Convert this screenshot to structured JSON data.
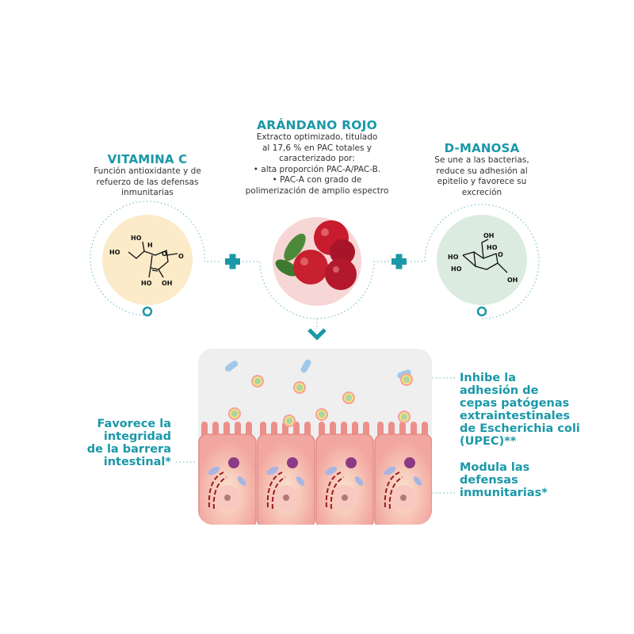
{
  "ingredients": [
    {
      "title": "VITAMINA C",
      "description": [
        "Función antioxidante y de",
        "refuerzo de las defensas",
        "inmunitarias"
      ],
      "molecule_labels": [
        "HO",
        "HO",
        "H",
        "O",
        "O",
        "HO",
        "OH"
      ]
    },
    {
      "title": "ARÁNDANO ROJO",
      "description": [
        "Extracto optimizado, titulado",
        "al 17,6 % en PAC totales y",
        "caracterizado por:",
        "• alta proporción PAC-A/PAC-B.",
        "• PAC-A con grado de",
        "polimerización de amplio espectro"
      ]
    },
    {
      "title": "D-MANOSA",
      "description": [
        "Se une a las bacterias,",
        "reduce su adhesión al",
        "epitelio y favorece su",
        "excreción"
      ],
      "molecule_labels": [
        "OH",
        "HO",
        "O",
        "HO",
        "HO",
        "OH"
      ]
    }
  ],
  "claims": {
    "left": [
      "Favorece la",
      "integridad",
      "de la barrera",
      "intestinal*"
    ],
    "right_top": [
      "Inhibe la",
      "adhesión de",
      "cepas patógenas",
      "extraintestinales",
      "de Escherichia coli",
      "(UPEC)**"
    ],
    "right_bottom": [
      "Modula las",
      "defensas",
      "inmunitarias*"
    ]
  },
  "colors": {
    "accent": "#1a98a8",
    "vitamin_bg": "#fbebc8",
    "cranberry_bg": "#f7d6d6",
    "manose_bg": "#dcebdf",
    "cell": "#f2a5a0"
  }
}
